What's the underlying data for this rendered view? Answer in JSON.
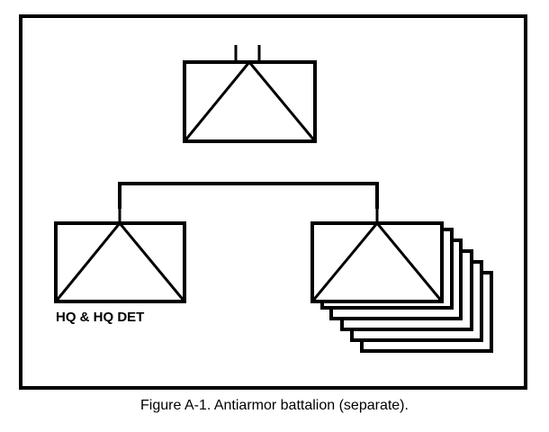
{
  "diagram": {
    "units": {
      "battalion": {
        "symbol": "antiarmor",
        "echelon": "battalion"
      },
      "hq_det": {
        "symbol": "antiarmor",
        "label": "HQ & HQ DET"
      },
      "companies": {
        "symbol": "antiarmor",
        "stacked_count": 5
      }
    }
  },
  "caption": "Figure A-1.  Antiarmor battalion (separate)."
}
